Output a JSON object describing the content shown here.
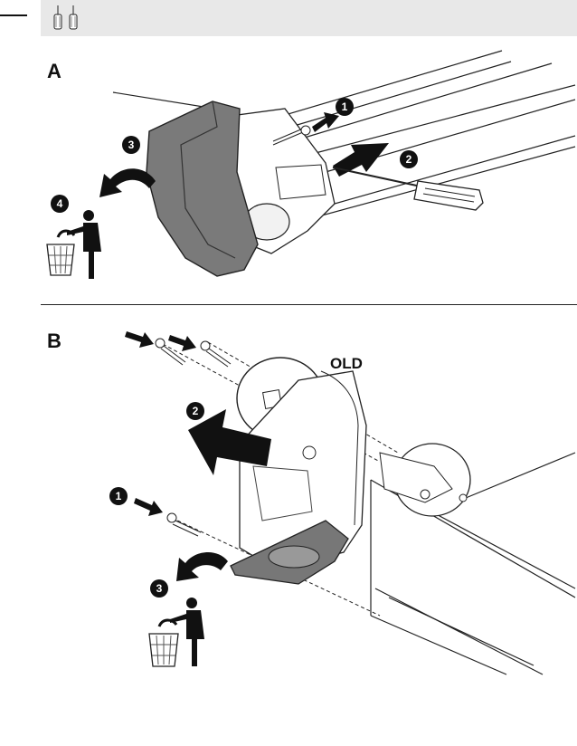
{
  "sections": [
    {
      "label": "A",
      "steps": [
        "1",
        "2",
        "3",
        "4"
      ]
    },
    {
      "label": "B",
      "steps": [
        "1",
        "2",
        "3"
      ]
    }
  ],
  "callout_old": "OLD",
  "icons": {
    "header": "screwdriver-icons",
    "trash": "trash-bin-icon",
    "person": "person-disposing-icon"
  },
  "colors": {
    "header_bg": "#e8e8e8",
    "cover_gray": "#7a7a7a",
    "badge": "#111111"
  }
}
